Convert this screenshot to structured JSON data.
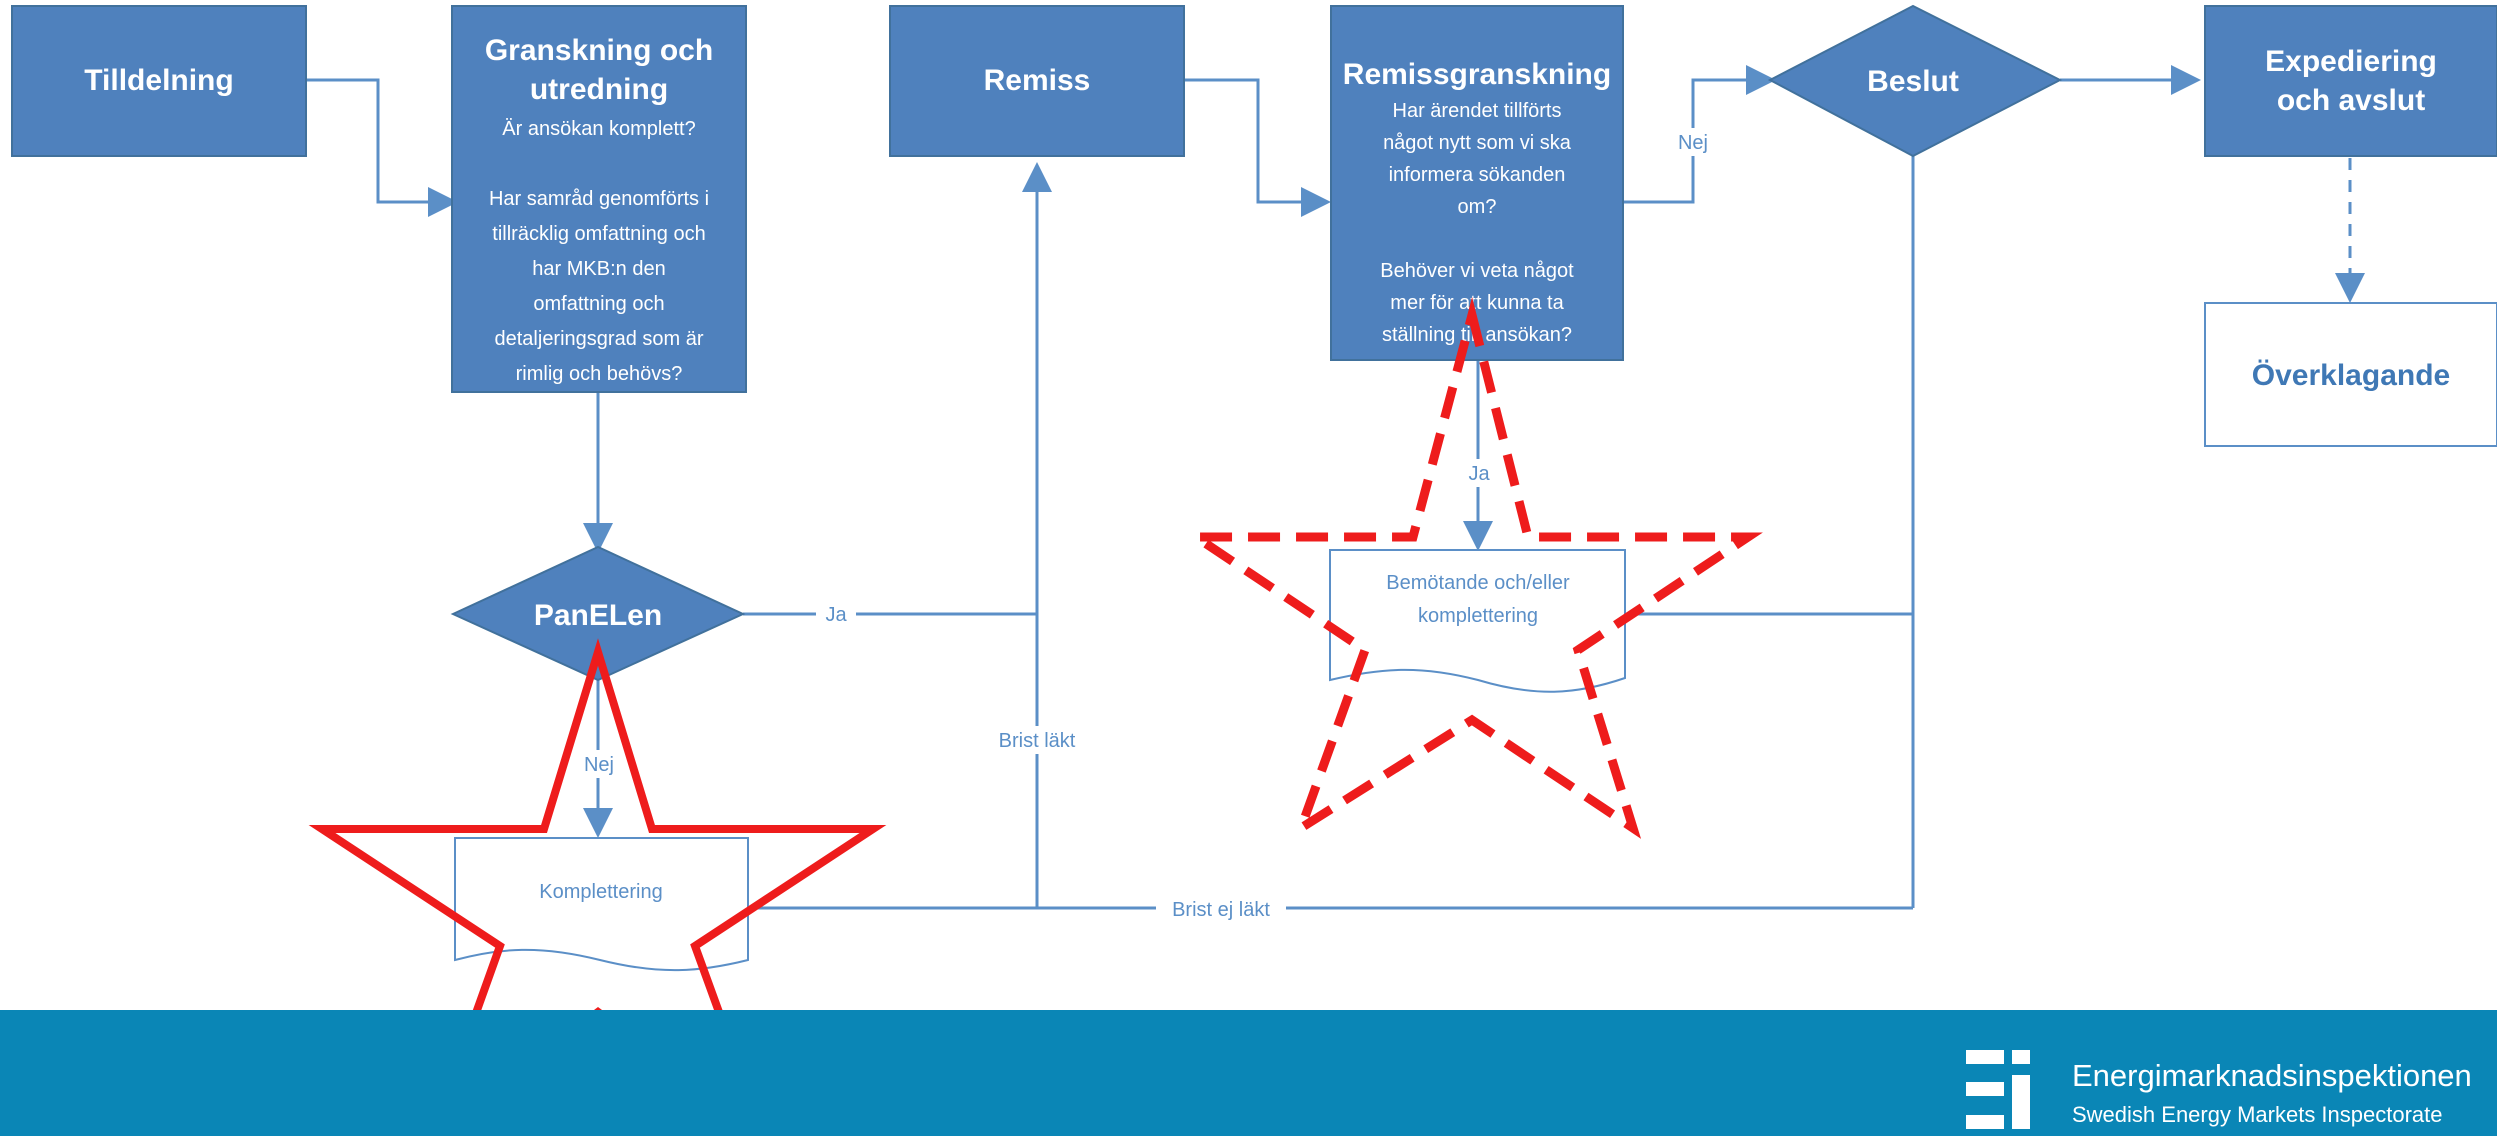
{
  "nodes": {
    "tilldelning": {
      "title": "Tilldelning"
    },
    "granskning": {
      "title": [
        "Granskning och",
        "utredning"
      ],
      "text": [
        "Är ansökan komplett?",
        "",
        "Har samråd genomförts i",
        "tillräcklig omfattning och",
        "har MKB:n den",
        "omfattning och",
        "detaljeringsgrad som är",
        "rimlig och behövs?"
      ]
    },
    "remiss": {
      "title": "Remiss"
    },
    "remissgranskning": {
      "title": "Remissgranskning",
      "text": [
        "Har ärendet tillförts",
        "något nytt som vi ska",
        "informera sökanden",
        "om?",
        "",
        "Behöver vi veta något",
        "mer för att kunna ta",
        "ställning till ansökan?"
      ]
    },
    "beslut": {
      "title": "Beslut"
    },
    "expediering": {
      "title": [
        "Expediering",
        "och avslut"
      ]
    },
    "overklagande": {
      "title": "Överklagande"
    },
    "panelen": {
      "title": "PanELen"
    },
    "komplettering": {
      "title": "Komplettering"
    },
    "bemotande": {
      "title": [
        "Bemötande och/eller",
        "komplettering"
      ]
    }
  },
  "edges": {
    "ja_panelen": "Ja",
    "nej_panelen": "Nej",
    "nej_beslut": "Nej",
    "ja_remissgranskning": "Ja",
    "brist_lakt": "Brist läkt",
    "brist_ej_lakt": "Brist ej läkt"
  },
  "footer": {
    "org_name": "Energimarknadsinspektionen",
    "org_name_en": "Swedish Energy Markets Inspectorate"
  },
  "colors": {
    "box_fill": "#4f81bd",
    "connector": "#5b8fc7",
    "star_stroke": "#ee1c1c",
    "footer_bg": "#0a86b6"
  }
}
